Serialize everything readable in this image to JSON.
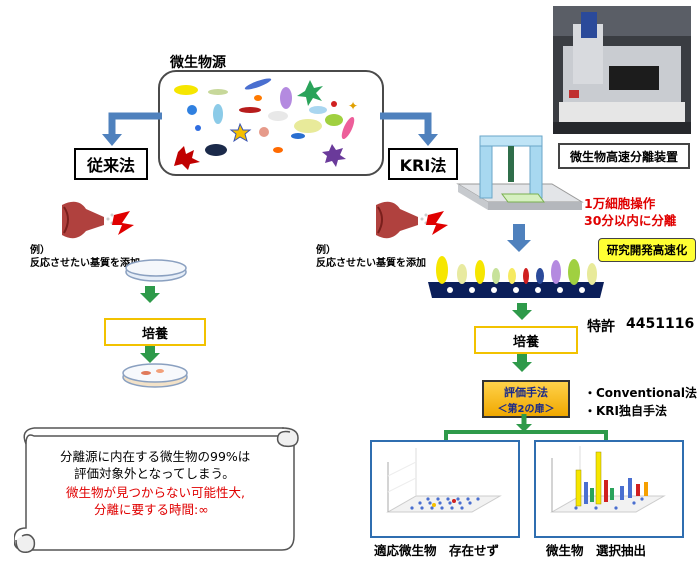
{
  "source_label": "微生物源",
  "left": {
    "method": "従来法",
    "example_line1": "例）",
    "example_line2": "反応させたい基質を添加",
    "culture": "培養",
    "scroll_line1": "分離源に内在する微生物の99%は",
    "scroll_line2": "評価対象外となってしまう。",
    "scroll_line3": "微生物が見つからない可能性大,",
    "scroll_line4": "分離に要する時間:∞"
  },
  "right": {
    "method": "KRI法",
    "device_label": "微生物高速分離装置",
    "ops_line1": "1万細胞操作",
    "ops_line2": "30分以内に分離",
    "speedup": "研究開発高速化",
    "example_line1": "例）",
    "example_line2": "反応させたい基質を添加",
    "culture": "培養",
    "patent_label": "特許",
    "patent_number": "4451116",
    "eval_line1": "評価手法",
    "eval_line2": "＜第2の扉＞",
    "method1": "・Conventional法",
    "method2": "・KRI独自手法",
    "chart1_caption": "適応微生物　存在せず",
    "chart2_caption": "微生物　選択抽出"
  },
  "colors": {
    "arrow_blue": "#4f81bd",
    "step_green": "#2e9a4a",
    "yellow_border": "#f2c200",
    "red_text": "#e00000"
  }
}
